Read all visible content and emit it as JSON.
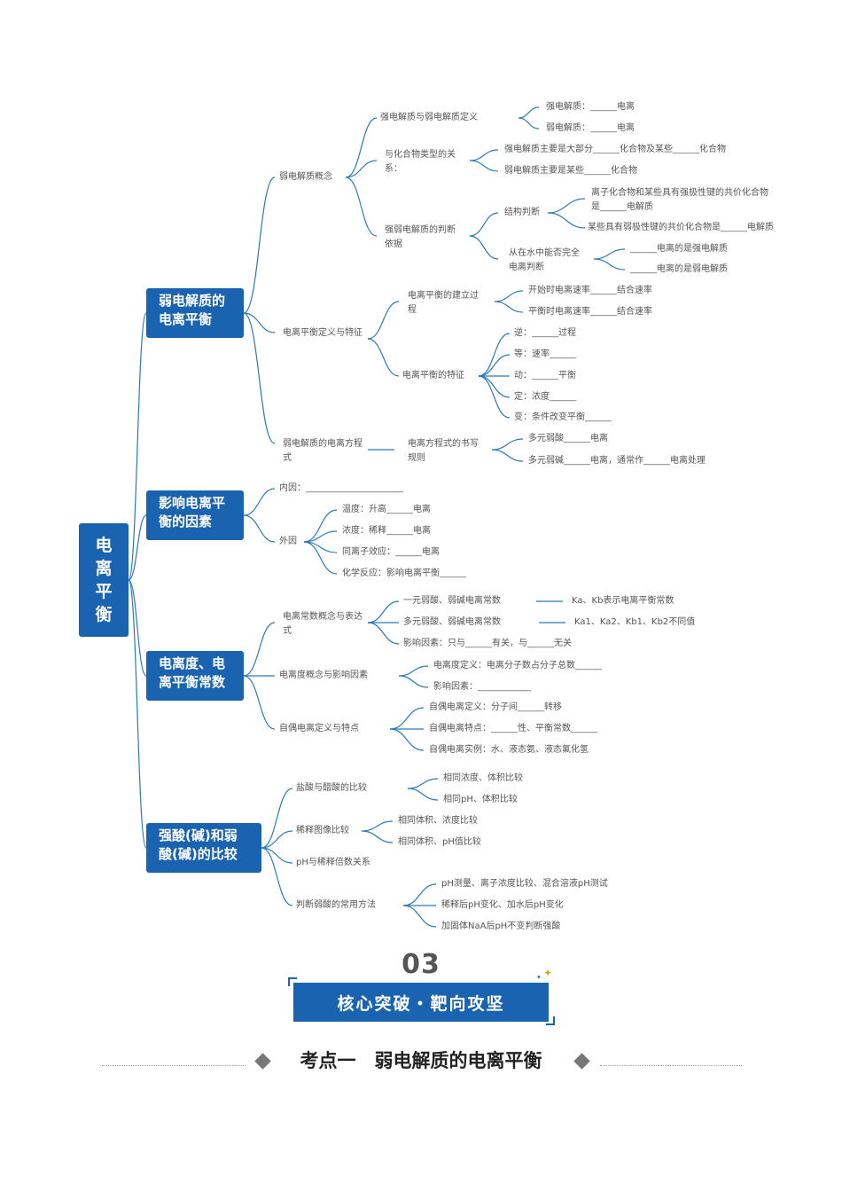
{
  "root": "电离平衡",
  "mains": [
    "弱电解质的电离平衡",
    "影响电离平衡的因素",
    "电离度、电离平衡常数",
    "强酸(碱)和弱酸(碱)的比较"
  ],
  "nodes": [
    "弱电解质概念",
    "强电解质与弱电解质定义",
    "强电解质：______电离",
    "弱电解质：______电离",
    "与化合物类型的关系：",
    "强电解质主要是大部分______化合物及某些______化合物",
    "弱电解质主要是某些______化合物",
    "强弱电解质的判断依据",
    "结构判断",
    "离子化合物和某些具有强极性键的共价化合物是______电解质",
    "某些具有弱极性键的共价化合物是______电解质",
    "从在水中能否完全电离判断",
    "______电离的是强电解质",
    "______电离的是弱电解质",
    "电离平衡定义与特征",
    "电离平衡的建立过程",
    "开始时电离速率______结合速率",
    "平衡时电离速率______结合速率",
    "电离平衡的特征",
    "逆：______过程",
    "等：速率______",
    "动：______平衡",
    "定：浓度______",
    "变：条件改变平衡______",
    "弱电解质的电离方程式",
    "电离方程式的书写规则",
    "多元弱酸______电离",
    "多元弱碱______电离，通常作______电离处理",
    "内因：______________________",
    "外因",
    "温度：升高______电离",
    "浓度：稀释______电离",
    "同离子效应：______电离",
    "化学反应：影响电离平衡______",
    "电离常数概念与表达式",
    "一元弱酸、弱碱电离常数",
    "Ka、Kb表示电离平衡常数",
    "多元弱酸、弱碱电离常数",
    "Ka1、Ka2、Kb1、Kb2不同值",
    "影响因素：只与______有关，与______无关",
    "电离度概念与影响因素",
    "电离度定义：电离分子数占分子总数______",
    "影响因素：____________",
    "自偶电离定义与特点",
    "自偶电离定义：分子间______转移",
    "自偶电离特点：______性、平衡常数______",
    "自偶电离实例：水、液态氨、液态氟化氢",
    "盐酸与醋酸的比较",
    "相同浓度、体积比较",
    "相同pH、体积比较",
    "稀释图像比较",
    "相同体积、浓度比较",
    "相同体积、pH值比较",
    "pH与稀释倍数关系",
    "判断弱酸的常用方法",
    "pH测量、离子浓度比较、混合溶液pH测试",
    "稀释后pH变化、加水后pH变化",
    "加固体NaA后pH不变判断强酸"
  ],
  "banner": {
    "number": "03",
    "title": "核心突破・靶向攻坚"
  },
  "section_title": "考点一　弱电解质的电离平衡",
  "colors": {
    "accent": "#1a63b0",
    "connector": "#2a7ab8",
    "text": "#555555",
    "spark": "#e8a020"
  }
}
